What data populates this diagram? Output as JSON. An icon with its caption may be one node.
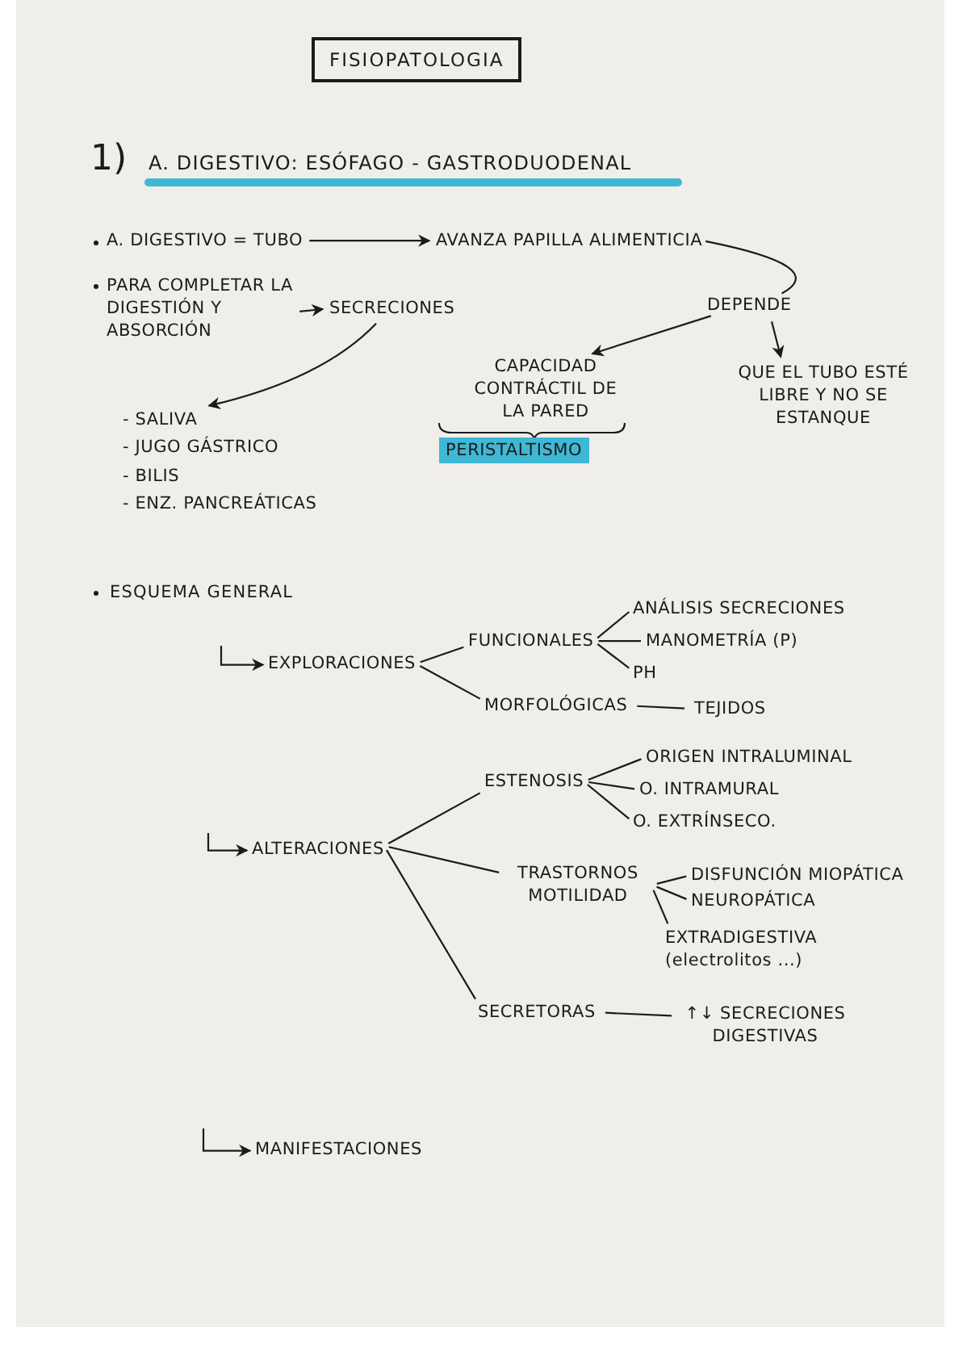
{
  "diagram": {
    "title": "FISIOPATOLOGIA",
    "nodes": [
      {
        "text": [
          "A. DIGESTIVO = TUBO"
        ]
      },
      {
        "text": [
          "AVANZA PAPILLA ALIMENTICIA"
        ]
      },
      {
        "text": [
          "DEPENDE"
        ]
      },
      {
        "text": [
          "PARA COMPLETAR LA DIGESTIÓN Y ABSORCIÓN"
        ]
      },
      {
        "text": [
          "SECRECIONES"
        ]
      },
      {
        "text": [
          "CAPACIDAD CONTRÁCTIL DE LA PARED"
        ]
      },
      {
        "text": [
          "PERISTALTISMO"
        ]
      },
      {
        "text": [
          "QUE EL TUBO ESTÉ LIBRE Y NO SE ESTANQUE"
        ]
      },
      {
        "text": [
          "- SALIVA",
          "- JUGO GÁSTRICO",
          "- BILIS",
          "- ENZ. PANCREÁTICAS"
        ]
      },
      {
        "text": [
          "EXPLORACIONES"
        ]
      },
      {
        "text": [
          "FUNCIONALES"
        ]
      },
      {
        "text": [
          "ANÁLISIS SECRECIONES"
        ]
      },
      {
        "text": [
          "MANOMETRÍA (P)"
        ]
      },
      {
        "text": [
          "PH"
        ]
      },
      {
        "text": [
          "MORFOLÓGICAS"
        ]
      },
      {
        "text": [
          "TEJIDOS"
        ]
      },
      {
        "text": [
          "ESTENOSIS"
        ]
      },
      {
        "text": [
          "ORIGEN INTRALUMINAL"
        ]
      },
      {
        "text": [
          "O. INTRAMURAL"
        ]
      },
      {
        "text": [
          "O. EXTRÍNSECO."
        ]
      },
      {
        "text": [
          "ALTERACIONES"
        ]
      },
      {
        "text": [
          "TRASTORNOS MOTILIDAD"
        ]
      },
      {
        "text": [
          "DISFUNCIÓN MIOPÁTICA"
        ]
      },
      {
        "text": [
          "NEUROPÁTICA"
        ]
      },
      {
        "text": [
          "EXTRADIGESTIVA (electrolitos ...)"
        ]
      },
      {
        "text": [
          "SECRETORAS"
        ]
      },
      {
        "text": [
          "↑↓ SECRECIONES DIGESTIVAS"
        ]
      },
      {
        "text": [
          "MANIFESTACIONES"
        ]
      }
    ],
    "edges": [
      {
        "from": 0,
        "to": 1,
        "arrow": "to"
      },
      {
        "from": 1,
        "to": 2,
        "arrow": "none"
      },
      {
        "from": 2,
        "to": 5,
        "arrow": "to"
      },
      {
        "from": 2,
        "to": 7,
        "arrow": "to"
      },
      {
        "from": 3,
        "to": 4,
        "arrow": "to"
      },
      {
        "from": 4,
        "to": 8,
        "arrow": "to"
      },
      {
        "from": null,
        "to": 9,
        "arrow": "to"
      },
      {
        "from": 9,
        "to": 10,
        "arrow": "none"
      },
      {
        "from": 9,
        "to": 14,
        "arrow": "none"
      },
      {
        "from": 10,
        "to": 11,
        "arrow": "none"
      },
      {
        "from": 10,
        "to": 12,
        "arrow": "none"
      },
      {
        "from": 10,
        "to": 13,
        "arrow": "none"
      },
      {
        "from": 14,
        "to": 15,
        "arrow": "none"
      },
      {
        "from": null,
        "to": 20,
        "arrow": "to"
      },
      {
        "from": 20,
        "to": 16,
        "arrow": "none"
      },
      {
        "from": 20,
        "to": 21,
        "arrow": "none"
      },
      {
        "from": 20,
        "to": 25,
        "arrow": "none"
      },
      {
        "from": 16,
        "to": 17,
        "arrow": "none"
      },
      {
        "from": 16,
        "to": 18,
        "arrow": "none"
      },
      {
        "from": 16,
        "to": 19,
        "arrow": "none"
      },
      {
        "from": 21,
        "to": 22,
        "arrow": "none"
      },
      {
        "from": 21,
        "to": 23,
        "arrow": "none"
      },
      {
        "from": 21,
        "to": 24,
        "arrow": "none"
      },
      {
        "from": 25,
        "to": 26,
        "arrow": "none"
      },
      {
        "from": null,
        "to": 27,
        "arrow": "to"
      }
    ],
    "labels": [
      "1)",
      "A. DIGESTIVO: ESÓFAGO - GASTRODUODENAL",
      "ESQUEMA GENERAL"
    ]
  }
}
